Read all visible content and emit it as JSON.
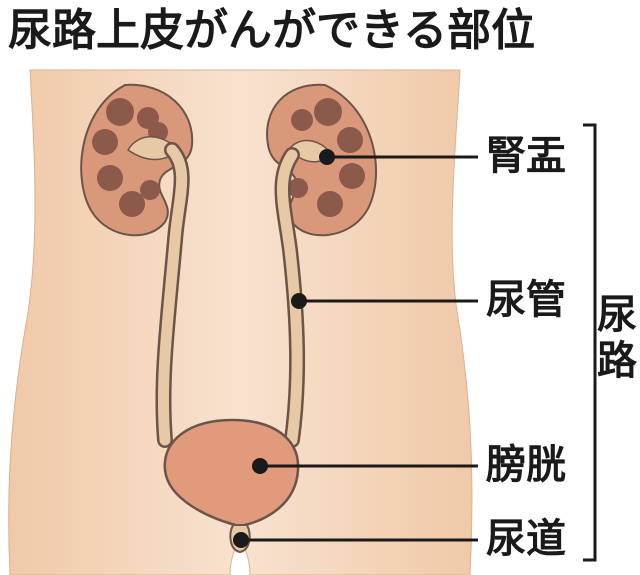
{
  "title": "尿路上皮がんができる部位",
  "labels": {
    "renal_pelvis": "腎盂",
    "ureter": "尿管",
    "bladder": "膀胱",
    "urethra": "尿道"
  },
  "group_label": "尿路",
  "colors": {
    "skin": "#f3d3b8",
    "skin_light": "#f8e4d2",
    "kidney": "#d9987a",
    "kidney_dark": "#8c5a4a",
    "tube": "#e7c9a6",
    "tube_outline": "#6b5448",
    "bladder": "#e29a7c",
    "text": "#1a1a1a"
  }
}
